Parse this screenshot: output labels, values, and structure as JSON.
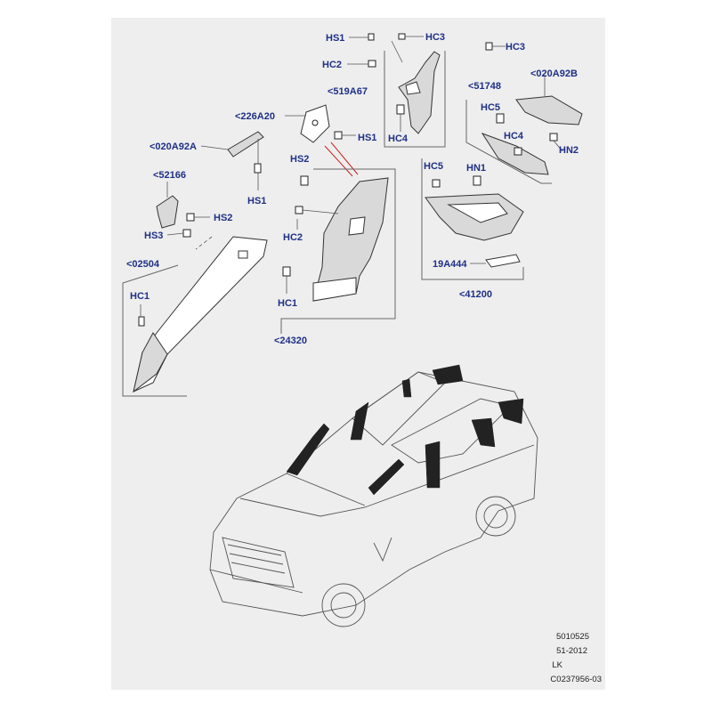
{
  "callouts": {
    "hs1_top": "HS1",
    "hc3_top": "HC3",
    "hc2_top": "HC2",
    "p519a67": "<519A67",
    "hc4_mid": "HC4",
    "p226a20": "<226A20",
    "hs1_mid": "HS1",
    "p020a92a": "<020A92A",
    "hs2_mid": "HS2",
    "p52166": "<52166",
    "hs1_left": "HS1",
    "hs2_left": "HS2",
    "hs3_left": "HS3",
    "hc2_mid": "HC2",
    "p02504": "<02504",
    "hc1_left": "HC1",
    "hc1_mid": "HC1",
    "p24320": "<24320",
    "hc3_right": "HC3",
    "p020a92b": "<020A92B",
    "p51748": "<51748",
    "hc5_right": "HC5",
    "hc4_right": "HC4",
    "hn2": "HN2",
    "hc5_box": "HC5",
    "hn1": "HN1",
    "p19a444": "19A444",
    "p41200": "<41200"
  },
  "footer": {
    "line1": "5010525",
    "line2": "51-2012",
    "line3": "LK",
    "line4": "C0237956-03"
  }
}
